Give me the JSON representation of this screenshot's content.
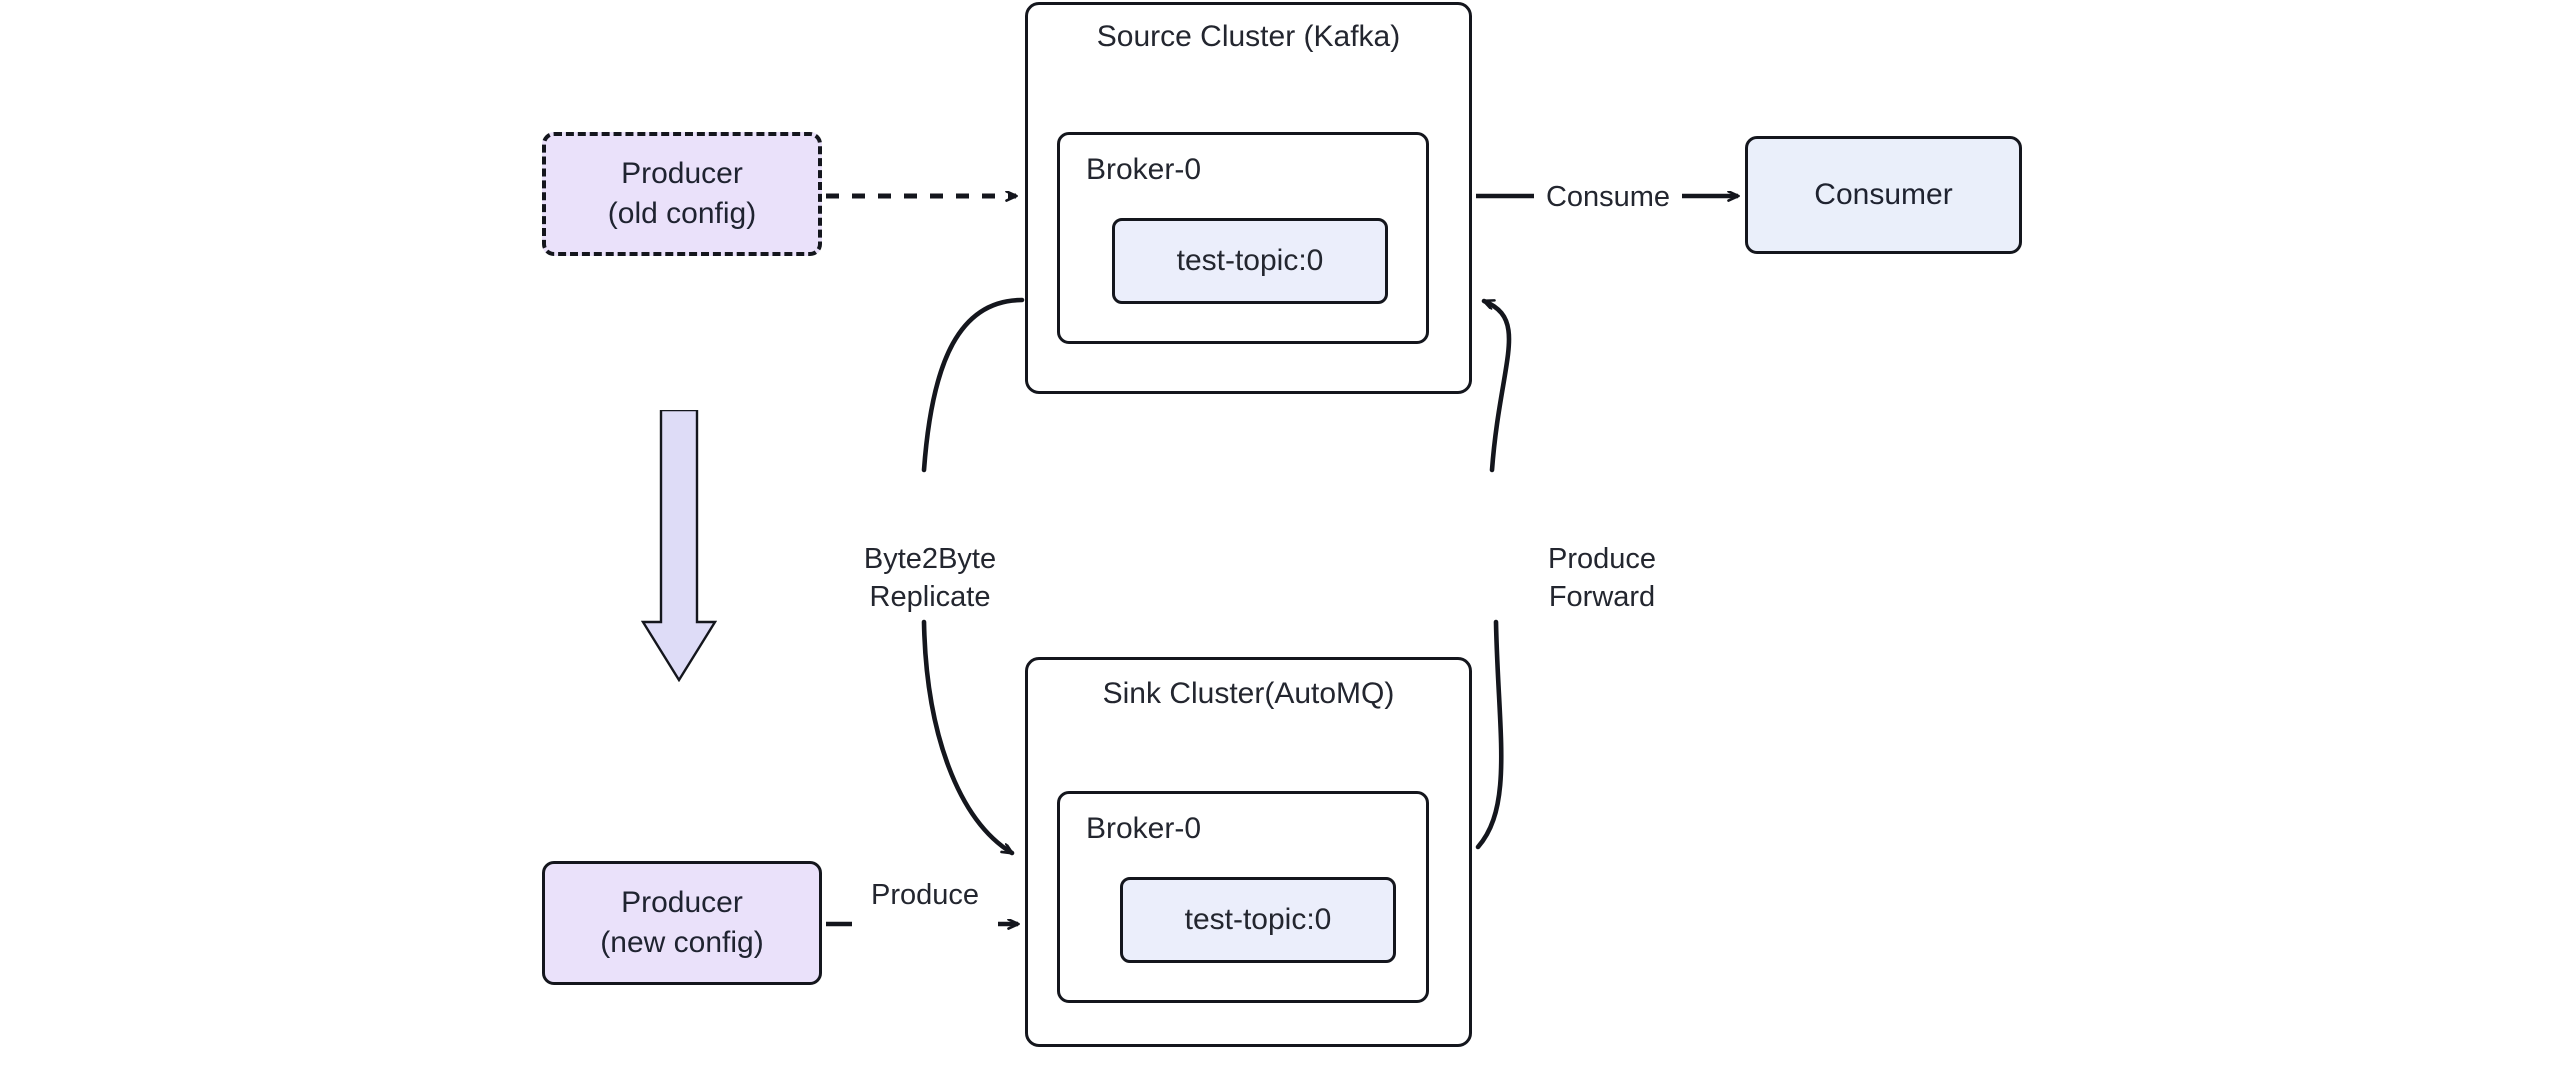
{
  "diagram": {
    "title": "Kafka to AutoMQ migration topology",
    "type": "architecture-flow",
    "background": "#ffffff",
    "colors": {
      "stroke": "#14161d",
      "producer_fill": "#eae1fa",
      "consumer_fill": "#eaeffa",
      "topic_fill": "#ebeefb",
      "cluster_fill": "#ffffff",
      "text": "#23262f"
    }
  },
  "nodes": {
    "producer_old": {
      "label": "Producer\n(old config)",
      "line1": "Producer",
      "line2": "(old config)",
      "style": "dashed",
      "fill": "#eae1fa"
    },
    "producer_new": {
      "label": "Producer\n(new config)",
      "line1": "Producer",
      "line2": "(new config)",
      "style": "solid",
      "fill": "#eae1fa"
    },
    "consumer": {
      "label": "Consumer",
      "style": "solid",
      "fill": "#eaeffa"
    },
    "source_cluster": {
      "title": "Source Cluster (Kafka)",
      "broker": "Broker-0",
      "topic": "test-topic:0"
    },
    "sink_cluster": {
      "title": "Sink Cluster(AutoMQ)",
      "broker": "Broker-0",
      "topic": "test-topic:0"
    }
  },
  "edges": {
    "produce_old": {
      "label": "",
      "from": "producer_old",
      "to": "source_cluster",
      "style": "dashed"
    },
    "consume": {
      "label": "Consume",
      "from": "source_cluster",
      "to": "consumer",
      "style": "solid"
    },
    "produce_new": {
      "label": "Produce",
      "from": "producer_new",
      "to": "sink_cluster",
      "style": "solid"
    },
    "replicate": {
      "label": "Byte2Byte\nReplicate",
      "line1": "Byte2Byte",
      "line2": "Replicate",
      "from": "source_cluster",
      "to": "sink_cluster",
      "style": "curved"
    },
    "produce_forward": {
      "label": "Produce\nForward",
      "line1": "Produce",
      "line2": "Forward",
      "from": "sink_cluster",
      "to": "source_cluster",
      "style": "curved"
    }
  },
  "callout": {
    "migration_arrow": {
      "name": "migration-down-arrow",
      "direction": "down",
      "fill": "#dedcf7"
    }
  }
}
